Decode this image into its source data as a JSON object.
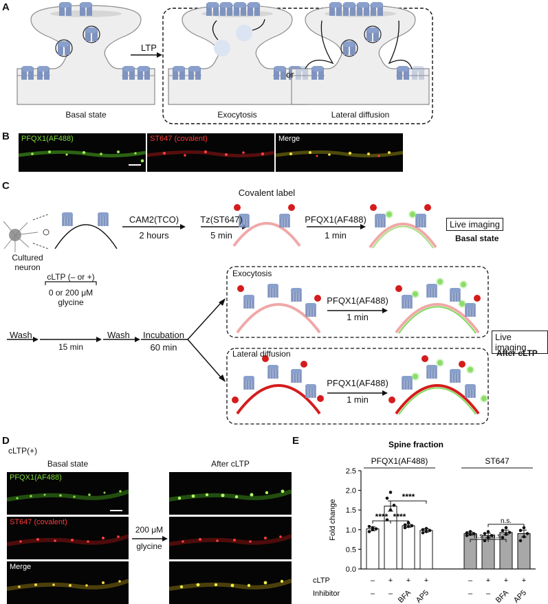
{
  "panel_labels": {
    "a": "A",
    "b": "B",
    "c": "C",
    "d": "D",
    "e": "E"
  },
  "panel_a": {
    "basal_label": "Basal state",
    "ltp_arrow": "LTP",
    "exocytosis_label": "Exocytosis",
    "or_label": "or",
    "lateral_label": "Lateral diffusion"
  },
  "panel_b": {
    "green_label": "PFQX1(AF488)",
    "red_label": "ST647 (covalent)",
    "merge_label": "Merge",
    "colors": {
      "green": "#7dde3a",
      "red": "#ff3a3a",
      "merge": "#ffffff"
    }
  },
  "panel_c": {
    "neuron_label": "Cultured neuron",
    "step1_top": "CAM2(TCO)",
    "step1_bottom": "2 hours",
    "step2_top": "Tz(ST647)",
    "step2_bottom": "5 min",
    "covalent_label": "Covalent label",
    "step3_top": "PFQX1(AF488)",
    "step3_bottom": "1 min",
    "live_imaging_1": "Live imaging",
    "basal_state": "Basal state",
    "wash1": "Wash",
    "cltp_bracket": "cLTP (– or +)",
    "glycine_line1": "0 or 200 μM",
    "glycine_line2": "glycine",
    "glycine_time": "15 min",
    "wash2": "Wash",
    "incubation": "Incubation",
    "incubation_time": "60 min",
    "exo_box_title": "Exocytosis",
    "exo_step_top": "PFQX1(AF488)",
    "exo_step_bottom": "1 min",
    "lat_box_title": "Lateral diffusion",
    "lat_step_top": "PFQX1(AF488)",
    "lat_step_bottom": "1 min",
    "live_imaging_2": "Live imaging",
    "after_cltp": "After cLTP"
  },
  "panel_d": {
    "condition": "cLTP(+)",
    "basal_title": "Basal state",
    "after_title": "After cLTP",
    "green_label": "PFQX1(AF488)",
    "red_label": "ST647 (covalent)",
    "merge_label": "Merge",
    "arrow_line1": "200 μM",
    "arrow_line2": "glycine"
  },
  "chart_data": {
    "type": "bar",
    "title": "Spine fraction",
    "ylabel": "Fold change",
    "ylim": [
      0,
      2.5
    ],
    "yticks": [
      "0.0",
      "0.5",
      "1.0",
      "1.5",
      "2.0",
      "2.5"
    ],
    "groups": [
      {
        "name": "PFQX1(AF488)",
        "bar_color": "#ffffff",
        "bars": [
          {
            "cltp": "–",
            "inhibitor": "–",
            "value": 1.02,
            "err": 0.05,
            "points": [
              0.95,
              1.0,
              1.02,
              1.08,
              1.05
            ]
          },
          {
            "cltp": "+",
            "inhibitor": "–",
            "value": 1.6,
            "err": 0.13,
            "points": [
              1.25,
              1.5,
              1.62,
              1.8,
              1.95
            ]
          },
          {
            "cltp": "+",
            "inhibitor": "BFA",
            "value": 1.1,
            "err": 0.04,
            "points": [
              1.05,
              1.08,
              1.1,
              1.12,
              1.18
            ]
          },
          {
            "cltp": "+",
            "inhibitor": "AP5",
            "value": 0.98,
            "err": 0.04,
            "points": [
              0.92,
              0.95,
              0.98,
              1.0,
              1.03
            ]
          }
        ]
      },
      {
        "name": "ST647",
        "bar_color": "#a8a8a8",
        "bars": [
          {
            "cltp": "–",
            "inhibitor": "–",
            "value": 0.9,
            "err": 0.04,
            "points": [
              0.85,
              0.88,
              0.9,
              0.92,
              0.95
            ]
          },
          {
            "cltp": "+",
            "inhibitor": "–",
            "value": 0.85,
            "err": 0.06,
            "points": [
              0.72,
              0.8,
              0.85,
              0.9,
              0.95
            ]
          },
          {
            "cltp": "+",
            "inhibitor": "BFA",
            "value": 0.93,
            "err": 0.06,
            "points": [
              0.8,
              0.88,
              0.93,
              0.98,
              1.05
            ]
          },
          {
            "cltp": "+",
            "inhibitor": "AP5",
            "value": 0.9,
            "err": 0.09,
            "points": [
              0.72,
              0.82,
              0.9,
              0.98,
              1.05
            ]
          }
        ]
      }
    ],
    "row_labels": {
      "cltp": "cLTP",
      "inhibitor": "Inhibitor"
    },
    "significance": [
      {
        "group": 0,
        "from": 0,
        "to": 1,
        "label": "****"
      },
      {
        "group": 0,
        "from": 1,
        "to": 2,
        "label": "****"
      },
      {
        "group": 0,
        "from": 1,
        "to": 3,
        "label": "****"
      },
      {
        "group": 1,
        "from": 0,
        "to": 1,
        "label": "n.s."
      },
      {
        "group": 1,
        "from": 1,
        "to": 2,
        "label": "n.s."
      },
      {
        "group": 1,
        "from": 1,
        "to": 3,
        "label": "n.s."
      }
    ]
  }
}
